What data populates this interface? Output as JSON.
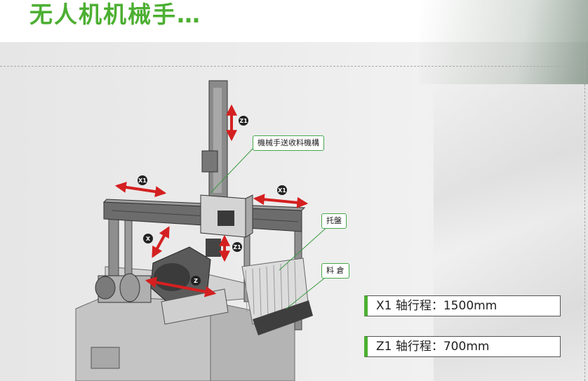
{
  "title": "无人机机械手…",
  "labels": {
    "gripper_mechanism": "機械手送收料機構",
    "tray": "托盤",
    "silo": "料 倉"
  },
  "axes": {
    "z1_top": "Z1",
    "x1_left": "X1",
    "x1_right": "X1",
    "x": "X",
    "z1_mid": "Z1",
    "z": "Z"
  },
  "specs": [
    "X1 轴行程：1500mm",
    "Z1 轴行程：700mm"
  ],
  "colors": {
    "accent_green": "#4caf32",
    "arrow_red": "#d42020"
  }
}
